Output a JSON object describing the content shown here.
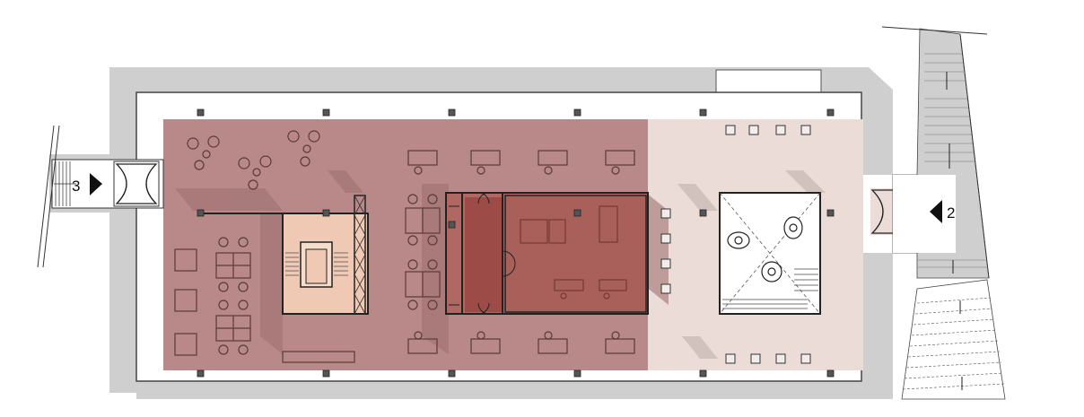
{
  "entrances": [
    {
      "label": "3",
      "direction": "right"
    },
    {
      "label": "2",
      "direction": "left"
    }
  ],
  "colors": {
    "shadow": "#cfcfcf",
    "wall": "#333333",
    "zone_red": "#b98888",
    "zone_pink": "#ecdcd8",
    "zone_peach": "#efc9b3",
    "room_dark": "#9c4b46",
    "room_mid": "#a9605a",
    "column": "#555555"
  }
}
